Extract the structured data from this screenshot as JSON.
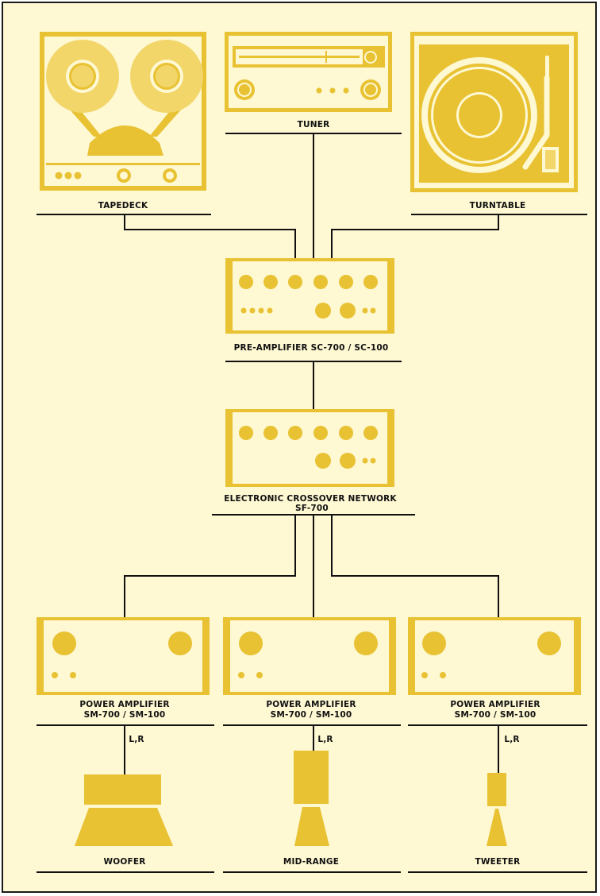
{
  "colors": {
    "background": "#fef8d3",
    "accent": "#e8c232",
    "accent_light": "#f2d66a",
    "line": "#111111"
  },
  "components": {
    "tapedeck": {
      "label": "TAPEDECK",
      "icon": "tapedeck-icon"
    },
    "tuner": {
      "label": "TUNER",
      "icon": "tuner-icon"
    },
    "turntable": {
      "label": "TURNTABLE",
      "icon": "turntable-icon"
    },
    "preamp": {
      "label": "PRE-AMPLIFIER  SC-700 / SC-100",
      "icon": "preamplifier-icon"
    },
    "crossover": {
      "label_line1": "ELECTRONIC CROSSOVER NETWORK",
      "label_line2": "SF-700",
      "icon": "crossover-icon"
    },
    "power_amps": [
      {
        "label_line1": "POWER AMPLIFIER",
        "label_line2": "SM-700 / SM-100",
        "channel": "L,R"
      },
      {
        "label_line1": "POWER AMPLIFIER",
        "label_line2": "SM-700 / SM-100",
        "channel": "L,R"
      },
      {
        "label_line1": "POWER AMPLIFIER",
        "label_line2": "SM-700 / SM-100",
        "channel": "L,R"
      }
    ],
    "speakers": [
      {
        "label": "WOOFER",
        "icon": "woofer-icon"
      },
      {
        "label": "MID-RANGE",
        "icon": "mid-range-icon"
      },
      {
        "label": "TWEETER",
        "icon": "tweeter-icon"
      }
    ]
  }
}
